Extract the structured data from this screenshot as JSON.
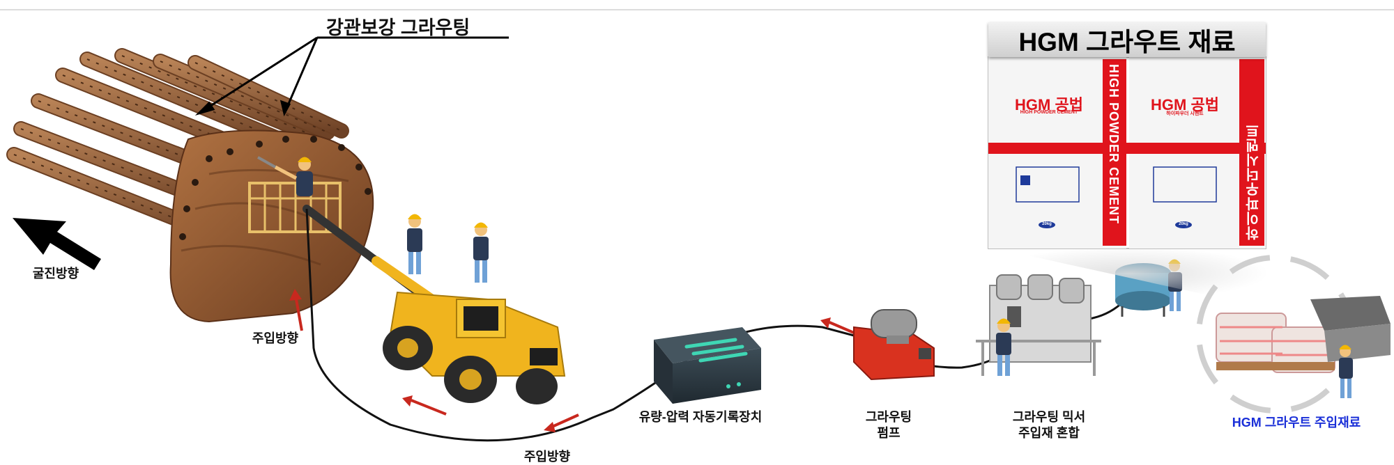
{
  "labels": {
    "steel_pipe_grouting": "강관보강 그라우팅",
    "excavation_direction": "굴진방향",
    "injection_direction_1": "주입방향",
    "injection_direction_2": "주입방향",
    "recorder": "유량-압력 자동기록장치",
    "pump_line1": "그라우팅",
    "pump_line2": "펌프",
    "mixer_line1": "그라우팅 믹서",
    "mixer_line2": "주입재 혼합",
    "hgm_material": "HGM 그라우트 주입재료"
  },
  "hgm_panel": {
    "title": "HGM 그라우트 재료",
    "bag1_title": "HGM 공법",
    "bag1_sub": "HIGH POWDER CEMENT",
    "bag2_title": "HGM 공법",
    "bag2_sub": "하이파우더 시멘트",
    "vertical_en": "HIGH POWDER CEMENT",
    "vertical_ko": "하이파우더시멘트",
    "weight": "20kg"
  },
  "colors": {
    "arrow_red": "#c8281e",
    "bag_red": "#e0141c",
    "soil_brown": "#8a5330",
    "machine_yellow": "#f0b41e",
    "recorder_dark": "#2f3d46",
    "recorder_accent": "#3fd6b4",
    "pump_red": "#d9321f",
    "label_blue": "#1a2fd8"
  }
}
